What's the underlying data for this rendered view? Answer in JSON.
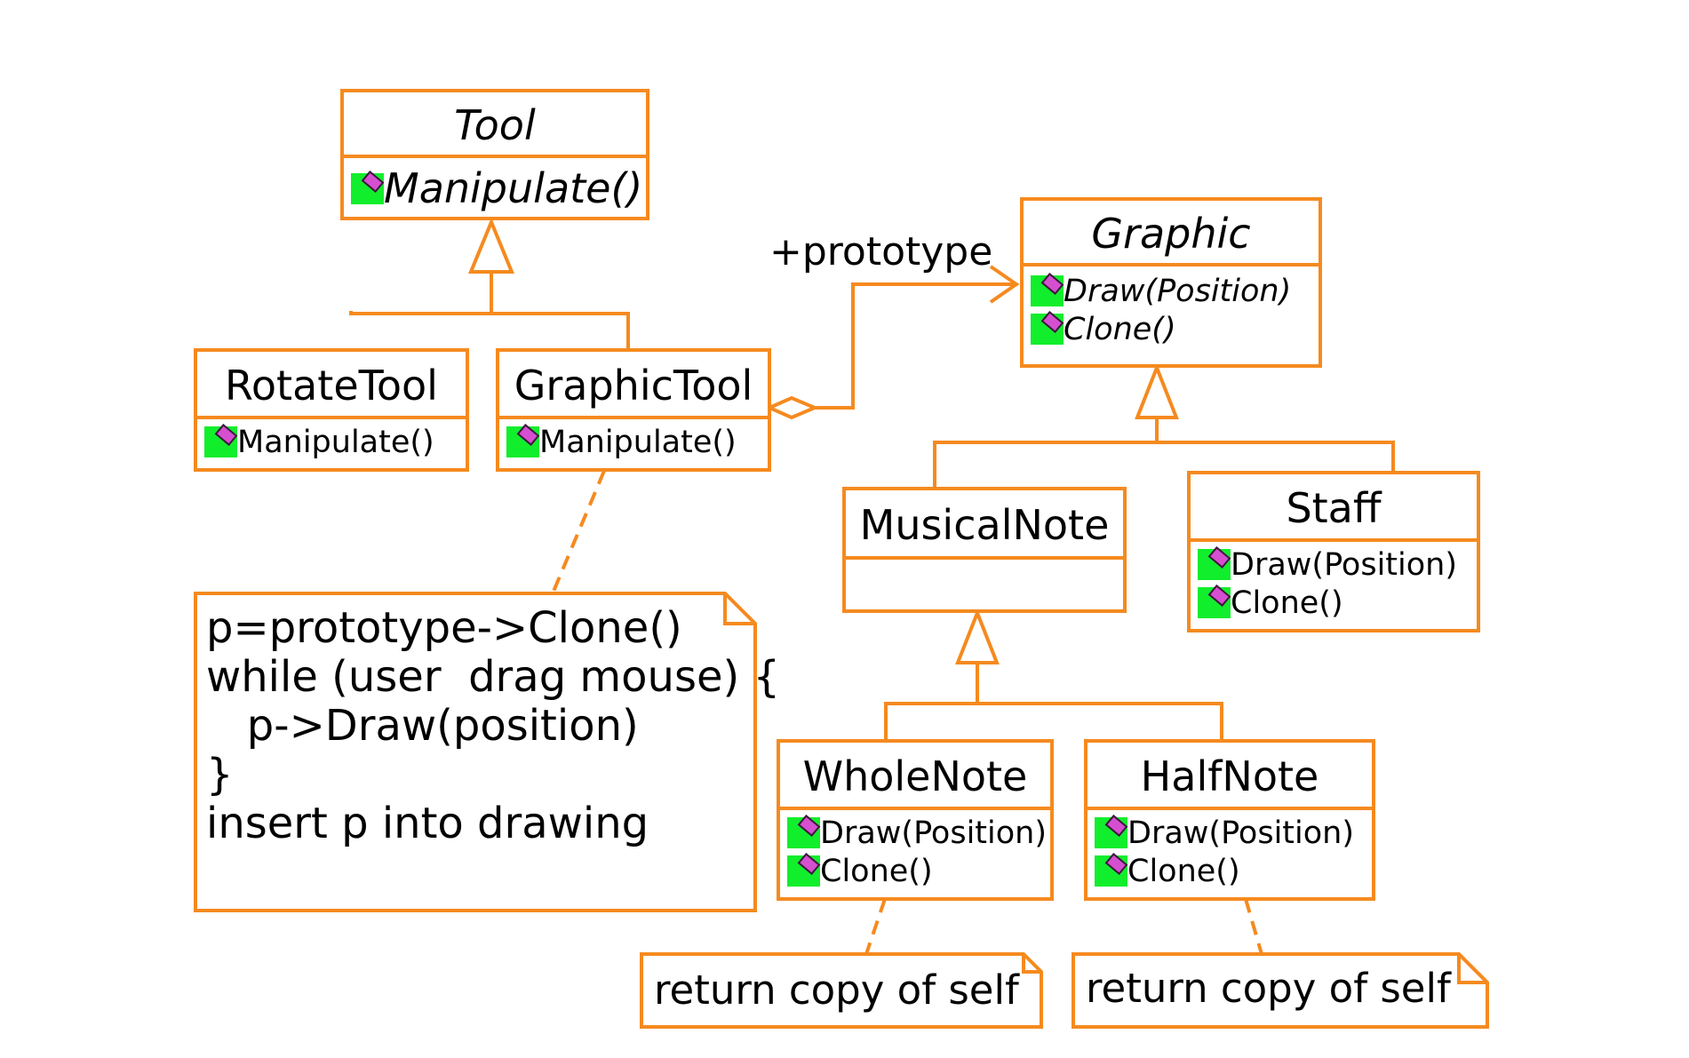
{
  "colors": {
    "stroke": "#f58a1f",
    "method_icon_bg": "#11ee2c",
    "method_icon_fg": "#d64fd0"
  },
  "icon": "method-icon",
  "classes": {
    "tool": {
      "name": "Tool",
      "ops": [
        "Manipulate()"
      ]
    },
    "rotate_tool": {
      "name": "RotateTool",
      "ops": [
        "Manipulate()"
      ]
    },
    "graphic_tool": {
      "name": "GraphicTool",
      "ops": [
        "Manipulate()"
      ]
    },
    "graphic": {
      "name": "Graphic",
      "ops": [
        "Draw(Position)",
        "Clone()"
      ]
    },
    "musical_note": {
      "name": "MusicalNote",
      "ops": []
    },
    "staff": {
      "name": "Staff",
      "ops": [
        "Draw(Position)",
        "Clone()"
      ]
    },
    "whole_note": {
      "name": "WholeNote",
      "ops": [
        "Draw(Position)",
        "Clone()"
      ]
    },
    "half_note": {
      "name": "HalfNote",
      "ops": [
        "Draw(Position)",
        "Clone()"
      ]
    }
  },
  "association_label": "+prototype",
  "notes": {
    "graphic_tool_code": "p=prototype->Clone()\nwhile (user  drag mouse) {\n   p->Draw(position)\n}\ninsert p into drawing",
    "whole_note_clone": "return copy of self",
    "half_note_clone": "return copy of self"
  }
}
